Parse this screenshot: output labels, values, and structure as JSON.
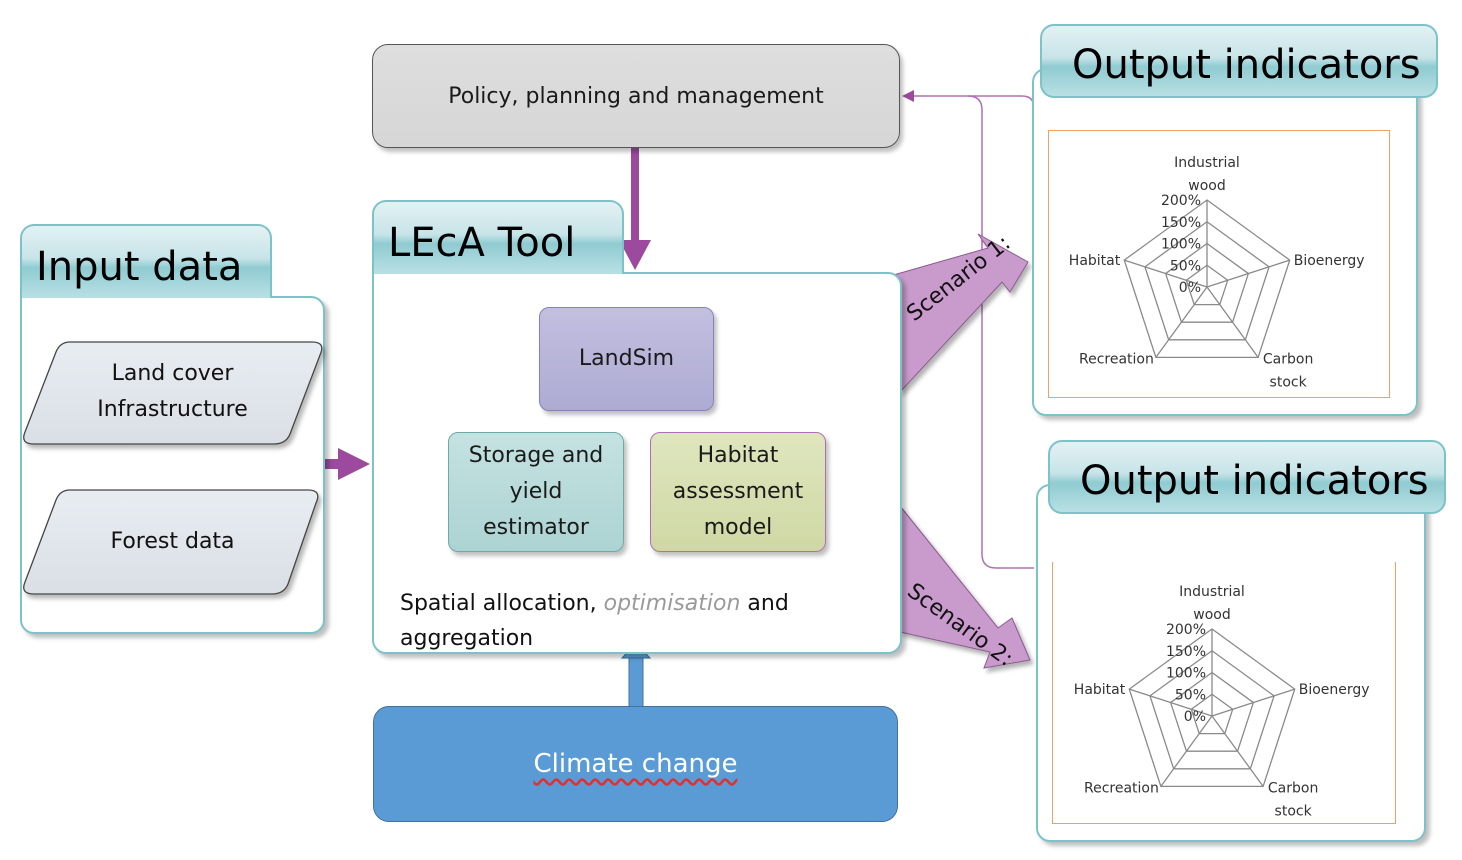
{
  "input_data": {
    "title": "Input data",
    "items": [
      {
        "line1": "Land cover",
        "line2": "Infrastructure"
      },
      {
        "line1": "Forest data",
        "line2": ""
      }
    ]
  },
  "policy": {
    "label": "Policy, planning and management"
  },
  "leca_tool": {
    "title": "LEcA Tool",
    "modules": {
      "landsim": "LandSim",
      "storage": [
        "Storage and",
        "yield",
        "estimator"
      ],
      "habitat": [
        "Habitat",
        "assessment",
        "model"
      ]
    },
    "footer": {
      "part1": "Spatial allocation, ",
      "part2_italic": "optimisation",
      "part3": " and",
      "line2": "aggregation"
    }
  },
  "climate": {
    "label": "Climate change"
  },
  "scenarios": [
    {
      "label": "Scenario 1:"
    },
    {
      "label": "Scenario 2:"
    }
  ],
  "colors": {
    "arrow_purple": "#9b4a9e",
    "scenario_fill": "#c99bcc",
    "teal_border": "#7cc3c8",
    "climate_blue": "#5b9bd5",
    "landsim_fill": "#b6b3d8",
    "storage_fill": "#b7dad9",
    "habitat_fill": "#d7dfb1",
    "radar_frame": "#f0a060"
  },
  "outputs": [
    {
      "title": "Output indicators",
      "chart": {
        "type": "radar",
        "axes": [
          {
            "label_lines": [
              "Industrial",
              "wood"
            ]
          },
          {
            "label_lines": [
              "Bioenergy"
            ]
          },
          {
            "label_lines": [
              "Carbon",
              "stock"
            ]
          },
          {
            "label_lines": [
              "Recreation"
            ]
          },
          {
            "label_lines": [
              "Habitat"
            ]
          }
        ],
        "ticks": [
          "0%",
          "50%",
          "100%",
          "150%",
          "200%"
        ]
      }
    },
    {
      "title": "Output indicators",
      "chart": {
        "type": "radar",
        "axes": [
          {
            "label_lines": [
              "Industrial",
              "wood"
            ]
          },
          {
            "label_lines": [
              "Bioenergy"
            ]
          },
          {
            "label_lines": [
              "Carbon",
              "stock"
            ]
          },
          {
            "label_lines": [
              "Recreation"
            ]
          },
          {
            "label_lines": [
              "Habitat"
            ]
          }
        ],
        "ticks": [
          "0%",
          "50%",
          "100%",
          "150%",
          "200%"
        ]
      }
    }
  ],
  "chart_data": [
    {
      "type": "radar",
      "title": "Output indicators",
      "categories": [
        "Industrial wood",
        "Bioenergy",
        "Carbon stock",
        "Recreation",
        "Habitat"
      ],
      "radial_ticks": [
        "0%",
        "50%",
        "100%",
        "150%",
        "200%"
      ],
      "range": [
        0,
        200
      ],
      "series": []
    },
    {
      "type": "radar",
      "title": "Output indicators",
      "categories": [
        "Industrial wood",
        "Bioenergy",
        "Carbon stock",
        "Recreation",
        "Habitat"
      ],
      "radial_ticks": [
        "0%",
        "50%",
        "100%",
        "150%",
        "200%"
      ],
      "range": [
        0,
        200
      ],
      "series": []
    }
  ]
}
